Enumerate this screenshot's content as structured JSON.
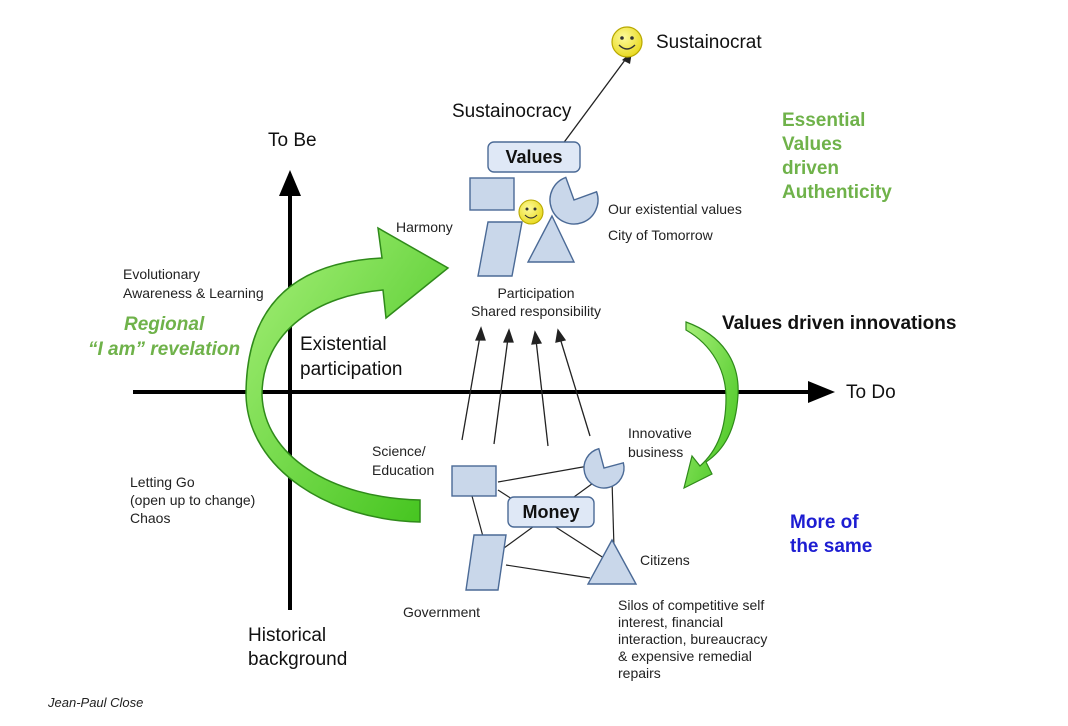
{
  "axes": {
    "y_top": "To Be",
    "x_right": "To Do",
    "y_bottom_line1": "Historical",
    "y_bottom_line2": "background"
  },
  "top": {
    "sustainocrat": "Sustainocrat",
    "sustainocracy": "Sustainocracy",
    "values_box": "Values",
    "harmony": "Harmony",
    "existential_values": "Our existential values",
    "city": "City of Tomorrow",
    "participation": "Participation",
    "shared": "Shared responsibility"
  },
  "right": {
    "essential_line1": "Essential",
    "essential_line2": "Values",
    "essential_line3": "driven",
    "essential_line4": "Authenticity",
    "innovations": "Values driven innovations",
    "more_line1": "More of",
    "more_line2": "the same"
  },
  "left": {
    "evolutionary_line1": "Evolutionary",
    "evolutionary_line2": "Awareness & Learning",
    "regional_line1": "Regional",
    "regional_line2": "“I am” revelation",
    "existential_line1": "Existential",
    "existential_line2": "participation",
    "letting_line1": "Letting Go",
    "letting_line2": "(open up to change)",
    "letting_line3": "Chaos"
  },
  "bottom": {
    "science_line1": "Science/",
    "science_line2": "Education",
    "innovative_line1": "Innovative",
    "innovative_line2": "business",
    "money_box": "Money",
    "citizens": "Citizens",
    "government": "Government",
    "silos_line1": "Silos of competitive self",
    "silos_line2": "interest, financial",
    "silos_line3": "interaction, bureaucracy",
    "silos_line4": "& expensive remedial",
    "silos_line5": "repairs"
  },
  "author": "Jean-Paul Close",
  "colors": {
    "green_text": "#6fb24a",
    "blue_text": "#1d1dd2",
    "arrow_green": "#66dd33",
    "shape_fill": "#c9d7ea",
    "smiley": "#f5ee2a"
  }
}
